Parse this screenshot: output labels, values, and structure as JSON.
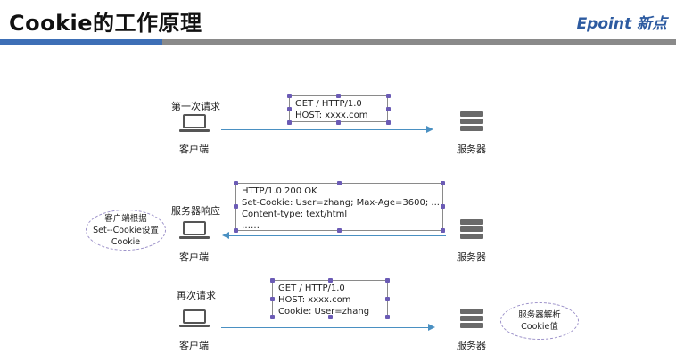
{
  "header": {
    "title": "Cookie的工作原理",
    "brand": "Epoint 新点"
  },
  "row1": {
    "label": "第一次请求",
    "client_label": "客户端",
    "server_label": "服务器",
    "message_lines": [
      "GET / HTTP/1.0",
      "HOST: xxxx.com"
    ]
  },
  "row2": {
    "label": "服务器响应",
    "client_label": "客户端",
    "server_label": "服务器",
    "message_lines": [
      "HTTP/1.0 200 OK",
      "Set-Cookie: User=zhang; Max-Age=3600; ...",
      "Content-type: text/html",
      "……"
    ],
    "note_lines": [
      "客户端根据",
      "Set--Cookie设置",
      "Cookie"
    ]
  },
  "row3": {
    "label": "再次请求",
    "client_label": "客户端",
    "server_label": "服务器",
    "message_lines": [
      "GET / HTTP/1.0",
      "HOST: xxxx.com",
      "Cookie: User=zhang"
    ],
    "note_lines": [
      "服务器解析",
      "Cookie值"
    ]
  },
  "colors": {
    "arrow": "#4a90c2",
    "accent": "#3d6fb6",
    "bar": "#8a8a8a",
    "handle": "#6b5bb5"
  },
  "icons": {
    "client": "laptop-icon",
    "server": "server-icon"
  }
}
